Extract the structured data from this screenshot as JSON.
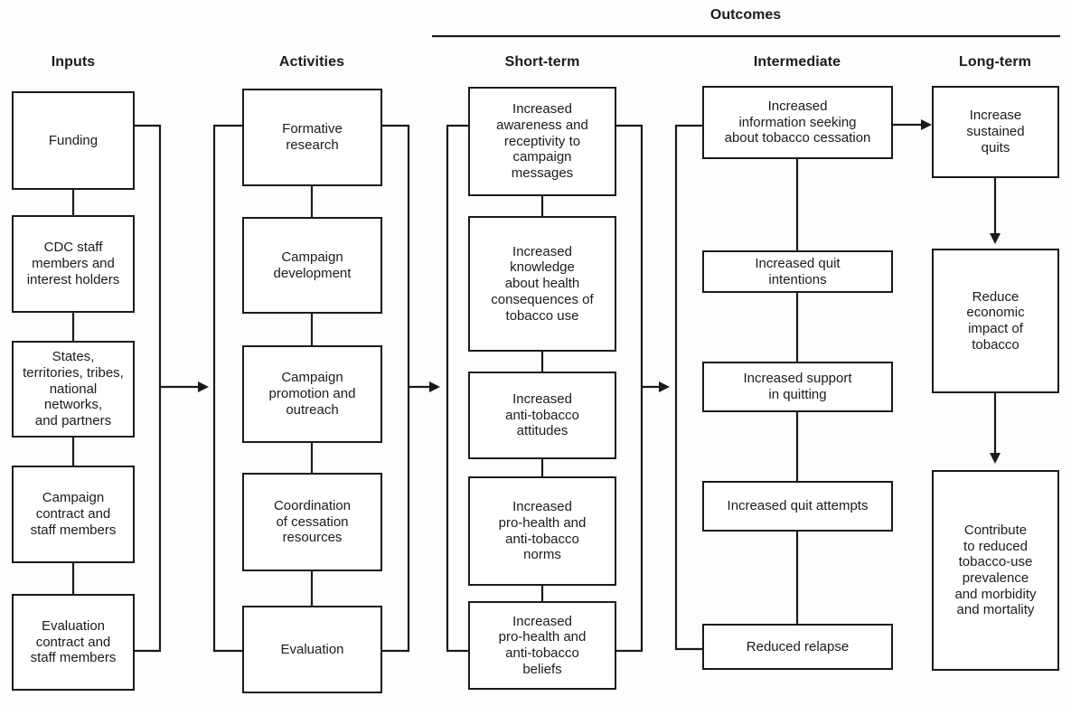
{
  "outcomes_label": "Outcomes",
  "accent_color": "#3e5a7d",
  "columns": [
    {
      "header": "Inputs",
      "boxes": [
        "Funding",
        "CDC staff\nmembers and\ninterest holders",
        "States,\nterritories, tribes,\nnational\nnetworks,\nand partners",
        "Campaign\ncontract and\nstaff members",
        "Evaluation\ncontract and\nstaff members"
      ]
    },
    {
      "header": "Activities",
      "boxes": [
        "Formative\nresearch",
        "Campaign\ndevelopment",
        "Campaign\npromotion and\noutreach",
        "Coordination\nof cessation\nresources",
        "Evaluation"
      ]
    },
    {
      "header": "Short-term",
      "boxes": [
        "Increased\nawareness and\nreceptivity to\ncampaign\nmessages",
        "Increased\nknowledge\nabout health\nconsequences of\ntobacco use",
        "Increased\nanti-tobacco\nattitudes",
        "Increased\npro-health and\nanti-tobacco\nnorms",
        "Increased\npro-health and\nanti-tobacco\nbeliefs"
      ]
    },
    {
      "header": "Intermediate",
      "boxes": [
        "Increased\ninformation seeking\nabout tobacco cessation",
        "Increased quit\nintentions",
        "Increased support\nin quitting",
        "Increased quit attempts",
        "Reduced relapse"
      ]
    },
    {
      "header": "Long-term",
      "boxes": [
        "Increase\nsustained\nquits",
        "Reduce\neconomic\nimpact of\ntobacco",
        "Contribute\nto reduced\ntobacco-use\nprevalence\nand morbidity\nand mortality"
      ]
    }
  ]
}
